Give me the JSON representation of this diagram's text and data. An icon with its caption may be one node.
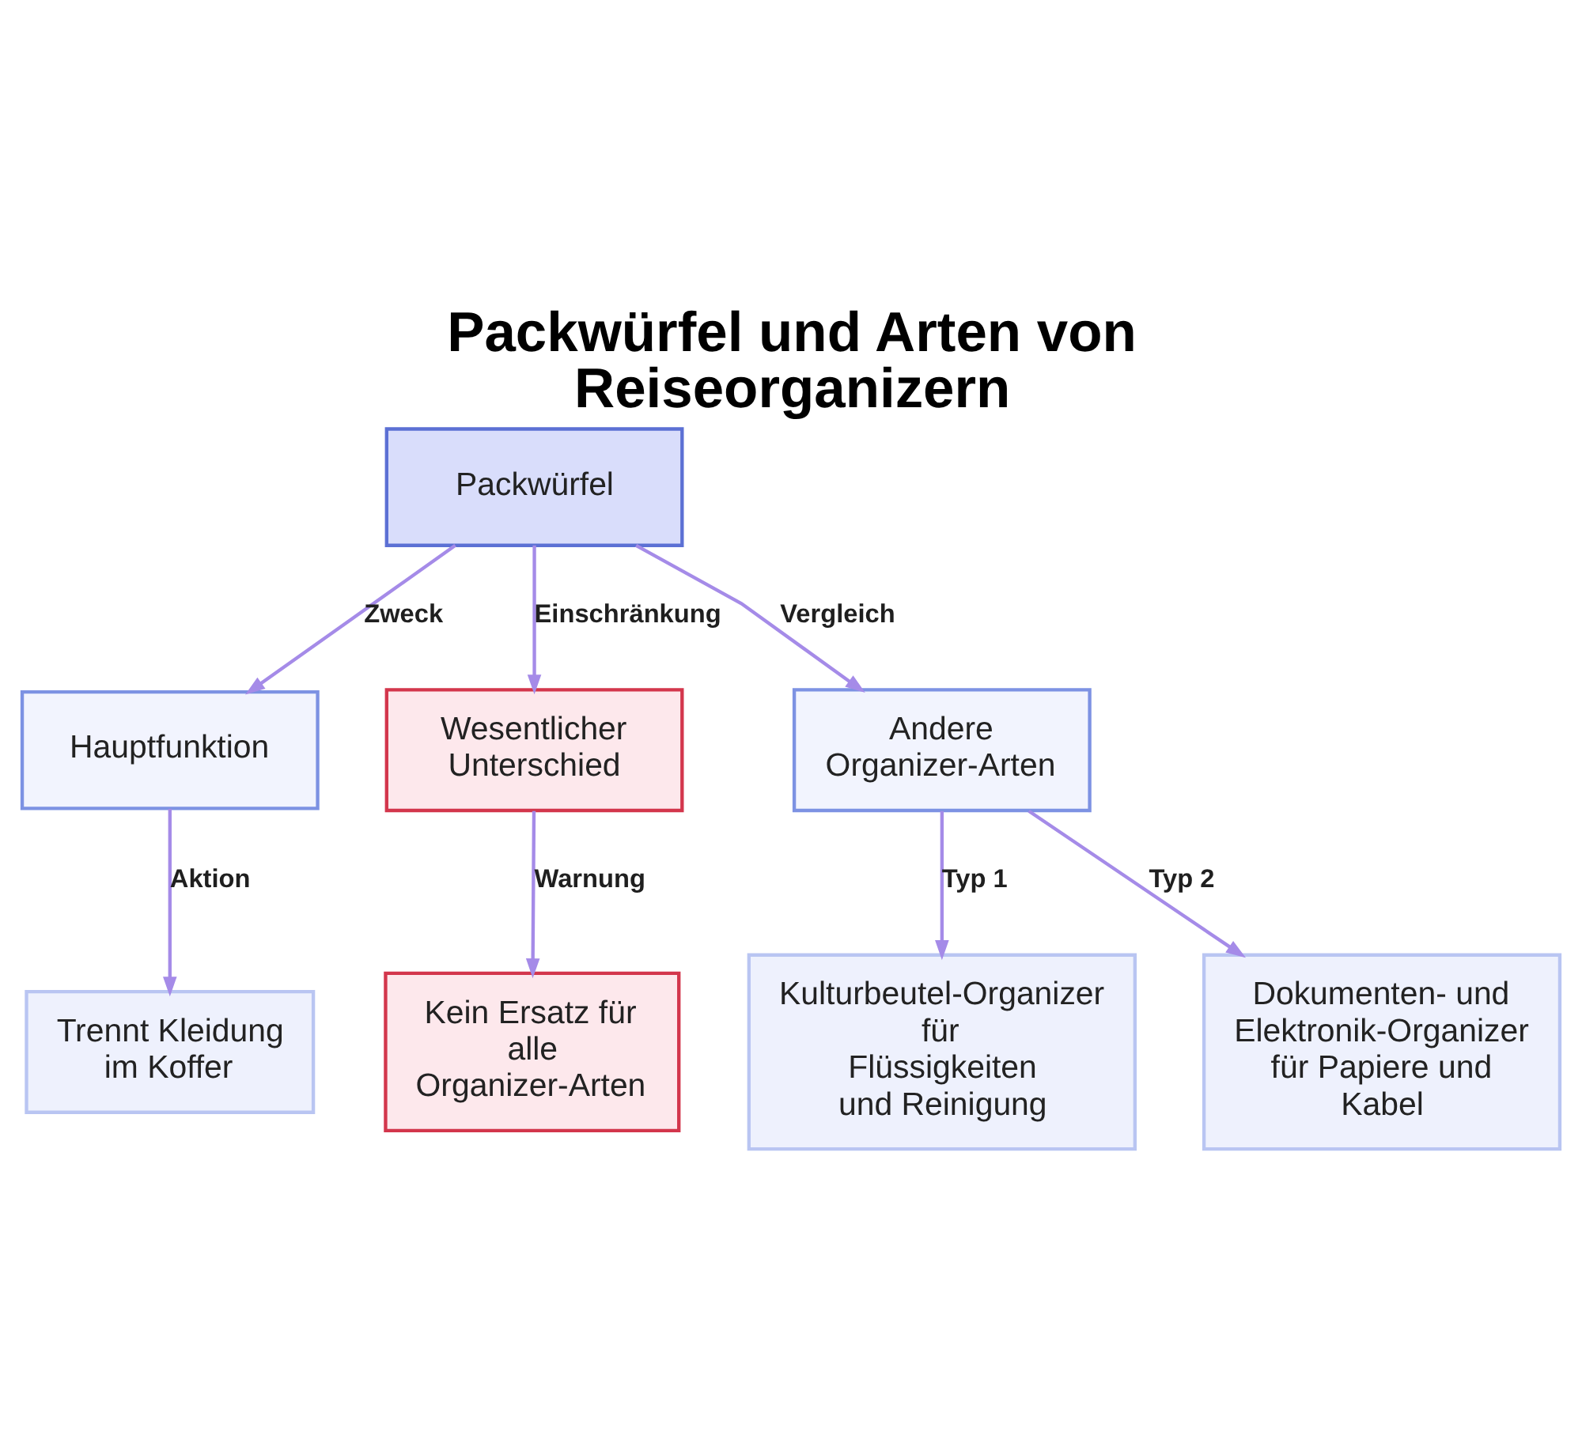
{
  "diagram": {
    "title": "Packwürfel und Arten von Reiseorganizern",
    "nodes": [
      {
        "text": [
          "Packwürfel"
        ]
      },
      {
        "text": [
          "Hauptfunktion"
        ]
      },
      {
        "text": [
          "Wesentlicher Unterschied"
        ]
      },
      {
        "text": [
          "Andere Organizer-Arten"
        ]
      },
      {
        "text": [
          "Trennt Kleidung im Koffer"
        ]
      },
      {
        "text": [
          "Kein Ersatz für alle Organizer-Arten"
        ]
      },
      {
        "text": [
          "Kulturbeutel-Organizer für Flüssigkeiten und Reinigung"
        ]
      },
      {
        "text": [
          "Dokumenten- und Elektronik-Organizer für Papiere und Kabel"
        ]
      }
    ],
    "edges": [
      {
        "from": 0,
        "to": 1,
        "arrow": "to",
        "label": "Zweck"
      },
      {
        "from": 0,
        "to": 2,
        "arrow": "to",
        "label": "Einschränkung"
      },
      {
        "from": 0,
        "to": 3,
        "arrow": "to",
        "label": "Vergleich"
      },
      {
        "from": 1,
        "to": 4,
        "arrow": "to",
        "label": "Aktion"
      },
      {
        "from": 2,
        "to": 5,
        "arrow": "to",
        "label": "Warnung"
      },
      {
        "from": 3,
        "to": 6,
        "arrow": "to",
        "label": "Typ 1"
      },
      {
        "from": 3,
        "to": 7,
        "arrow": "to",
        "label": "Typ 2"
      }
    ]
  }
}
